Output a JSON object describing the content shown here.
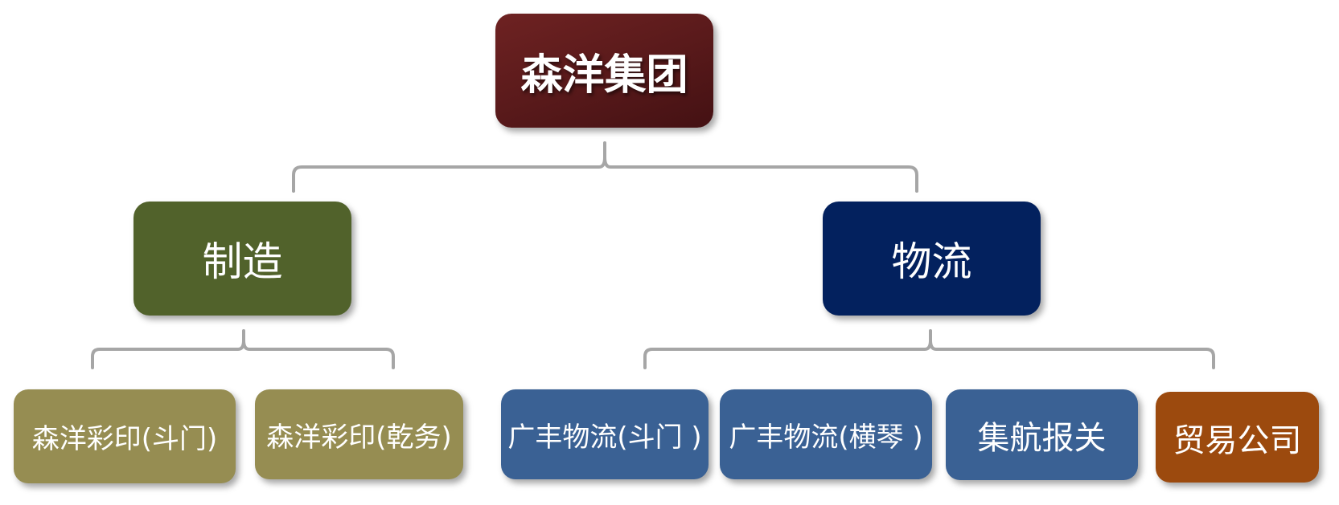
{
  "root": {
    "label": "森洋集团"
  },
  "divisions": [
    {
      "label": "制造",
      "color": "#51622b",
      "children": [
        {
          "label": "森洋彩印(斗门)",
          "color": "#968d52"
        },
        {
          "label": "森洋彩印(乾务)",
          "color": "#968d52"
        }
      ]
    },
    {
      "label": "物流",
      "color": "#03215e",
      "children": [
        {
          "label": "广丰物流(斗门 )",
          "color": "#3a6194"
        },
        {
          "label": "广丰物流(横琴 )",
          "color": "#3a6194"
        },
        {
          "label": "集航报关",
          "color": "#3a6194"
        },
        {
          "label": "贸易公司",
          "color": "#9c4a0e"
        }
      ]
    }
  ],
  "colors": {
    "root": "#5a1a1b",
    "connector": "#a6a6a6"
  }
}
